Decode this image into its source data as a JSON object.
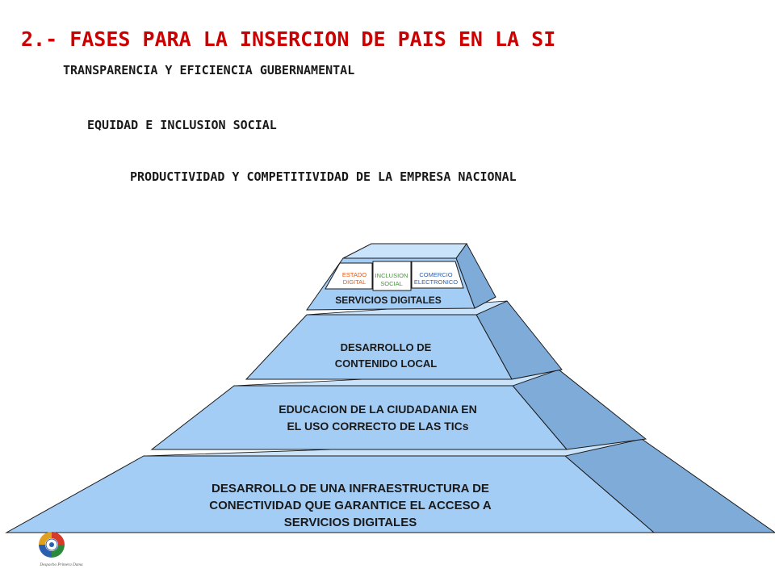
{
  "title": "2.- FASES PARA LA INSERCION DE PAIS EN LA SI",
  "subtitles": [
    "TRANSPARENCIA Y EFICIENCIA GUBERNAMENTAL",
    "EQUIDAD E INCLUSION SOCIAL",
    "PRODUCTIVIDAD Y COMPETITIVIDAD DE LA EMPRESA NACIONAL"
  ],
  "pyramid": {
    "top": {
      "label": "SERVICIOS DIGITALES",
      "boxes": [
        {
          "lines": [
            "ESTADO",
            "DIGITAL"
          ],
          "color": "#e05a1a"
        },
        {
          "lines": [
            "INCLUSION",
            "SOCIAL"
          ],
          "color": "#3a9a2a"
        },
        {
          "lines": [
            "COMERCIO",
            "ELECTRONICO"
          ],
          "color": "#2a5fb0"
        }
      ]
    },
    "level2": [
      "DESARROLLO DE",
      "CONTENIDO LOCAL"
    ],
    "level3": [
      "EDUCACION  DE LA CIUDADANIA  EN",
      "EL  USO  CORRECTO  DE  LAS  TICs"
    ],
    "level4": [
      "DESARROLLO DE UNA INFRAESTRUCTURA DE",
      "CONECTIVIDAD QUE GARANTICE EL ACCESO A",
      "SERVICIOS DIGITALES"
    ]
  },
  "colors": {
    "title": "#cc0000",
    "front": "#a4cdf6",
    "side": "#7fabd9",
    "edge": "#1a1a1a"
  },
  "logo": {
    "caption": "Despacho Primera Dama"
  }
}
